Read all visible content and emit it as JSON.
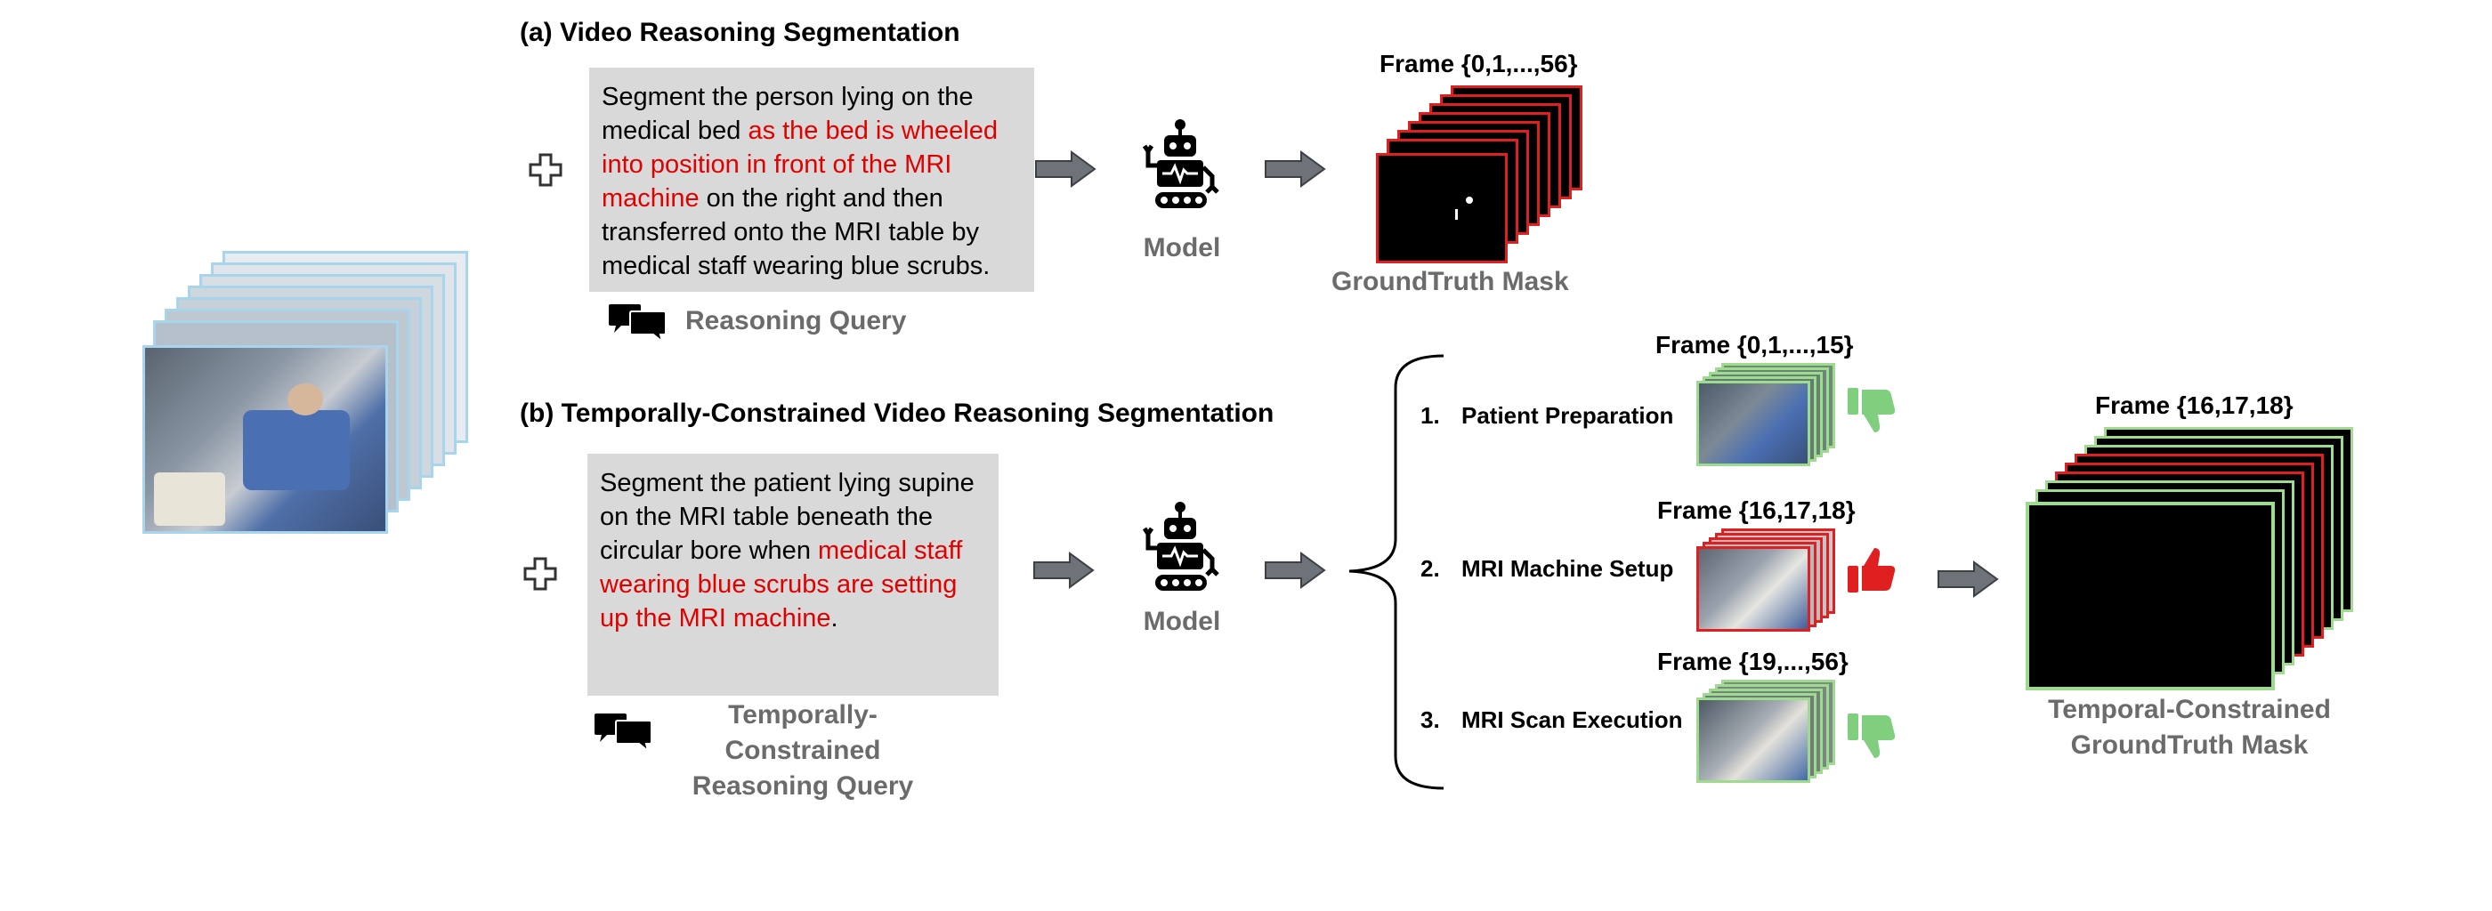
{
  "section_a": {
    "title": "(a) Video Reasoning Segmentation",
    "query_parts": [
      {
        "text": "Segment the person lying on the medical bed ",
        "highlight": false
      },
      {
        "text": "as the bed is wheeled into position in front of the MRI machine",
        "highlight": true
      },
      {
        "text": " on the right and then transferred onto the MRI table by medical staff wearing blue scrubs.",
        "highlight": false
      }
    ],
    "query_caption": "Reasoning Query",
    "model_label": "Model",
    "frame_label": "Frame {0,1,...,56}",
    "mask_caption": "GroundTruth Mask"
  },
  "section_b": {
    "title": "(b) Temporally-Constrained Video Reasoning Segmentation",
    "query_parts": [
      {
        "text": "Segment the patient lying supine on the MRI table beneath the circular bore when ",
        "highlight": false
      },
      {
        "text": "medical staff wearing blue scrubs are setting up the MRI machine",
        "highlight": true
      },
      {
        "text": ".",
        "highlight": false
      }
    ],
    "query_caption": "Temporally-Constrained Reasoning Query",
    "model_label": "Model",
    "steps": [
      {
        "num": "1.",
        "label": "Patient Preparation",
        "frames": "Frame {0,1,...,15}",
        "verdict": "thumbs-down"
      },
      {
        "num": "2.",
        "label": "MRI Machine Setup",
        "frames": "Frame {16,17,18}",
        "verdict": "thumbs-up"
      },
      {
        "num": "3.",
        "label": "MRI Scan Execution",
        "frames": "Frame {19,...,56}",
        "verdict": "thumbs-down"
      }
    ],
    "output_frame_label": "Frame {16,17,18}",
    "output_caption": "Temporal-Constrained GroundTruth Mask"
  },
  "colors": {
    "highlight": "#e00000",
    "video_border": "#a8d4ec",
    "mask_border_red": "#e02020",
    "mask_border_green": "#9fdb8f",
    "thumb_up": "#e02020",
    "thumb_down": "#7fcf7f",
    "arrow_fill": "#6d7378",
    "query_bg": "#d9d9d9"
  },
  "icons": [
    "plus-icon",
    "robot-icon",
    "chat-bubbles-icon",
    "right-arrow-icon",
    "thumbs-up-icon",
    "thumbs-down-icon",
    "curly-brace-icon"
  ]
}
